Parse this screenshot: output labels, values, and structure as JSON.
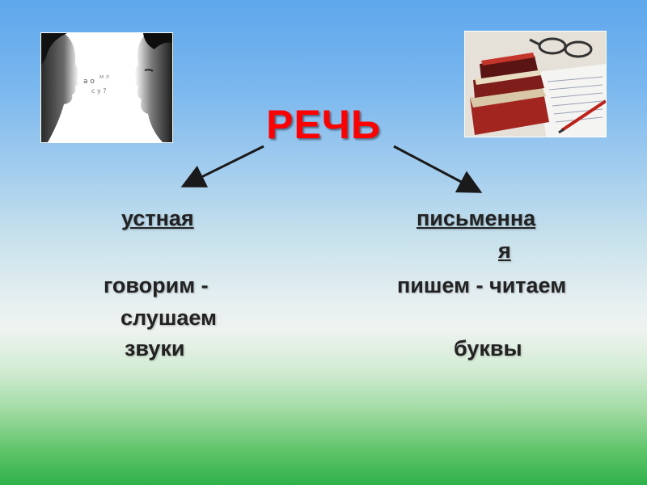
{
  "slide": {
    "title": "РЕЧЬ",
    "left_column": {
      "heading": "устная",
      "line1": "говорим -",
      "line2": "слушаем",
      "line3": "звуки"
    },
    "right_column": {
      "heading_part1": "письменна",
      "heading_part2": "я",
      "line1": "пишем - читаем",
      "line2": "буквы"
    }
  },
  "colors": {
    "title": "#ff0000",
    "text": "#222222",
    "arrow": "#1a1a1a",
    "background_top": "#5ea7ec",
    "background_bottom": "#2fb14a"
  },
  "images": {
    "left": "two-people-talking-image",
    "right": "books-and-glasses-image"
  }
}
